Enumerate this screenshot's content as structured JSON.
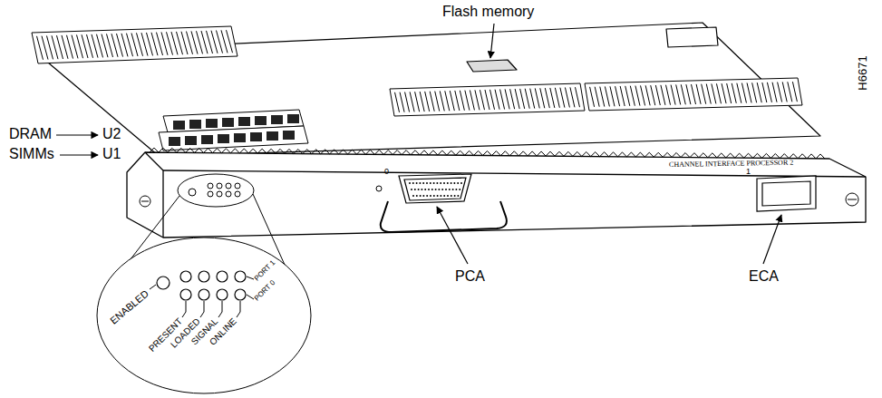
{
  "diagram": {
    "labels": [
      "Flash memory",
      "DRAM",
      "U2",
      "SIMMs",
      "U1",
      "CHANNEL INTERFACE PROCESSOR 2",
      "1",
      "0",
      "PCA",
      "ECA",
      "H6671",
      "ENABLED",
      "PRESENT",
      "LOADED",
      "SIGNAL",
      "ONLINE",
      "PORT 1",
      "PORT 0"
    ]
  }
}
